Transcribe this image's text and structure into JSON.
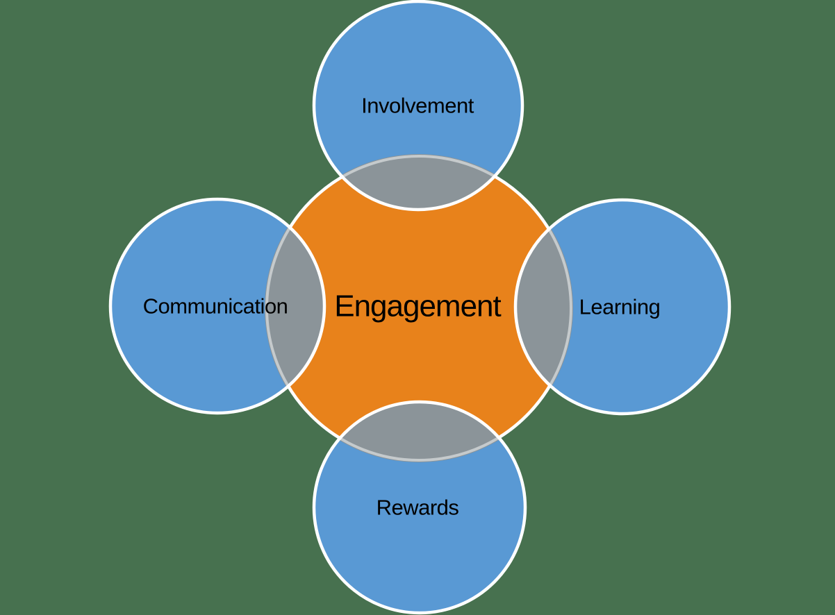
{
  "diagram": {
    "type": "venn",
    "center": {
      "label": "Engagement"
    },
    "nodes": [
      {
        "id": "top",
        "label": "Involvement"
      },
      {
        "id": "left",
        "label": "Communication"
      },
      {
        "id": "right",
        "label": "Learning"
      },
      {
        "id": "bottom",
        "label": "Rewards"
      }
    ]
  },
  "colors": {
    "background": "#47714F",
    "node_fill": "#5999D4",
    "center_fill": "#E8821B",
    "overlap_fill": "#8B9499",
    "outline": "#FFFFFF",
    "text": "#000000"
  }
}
